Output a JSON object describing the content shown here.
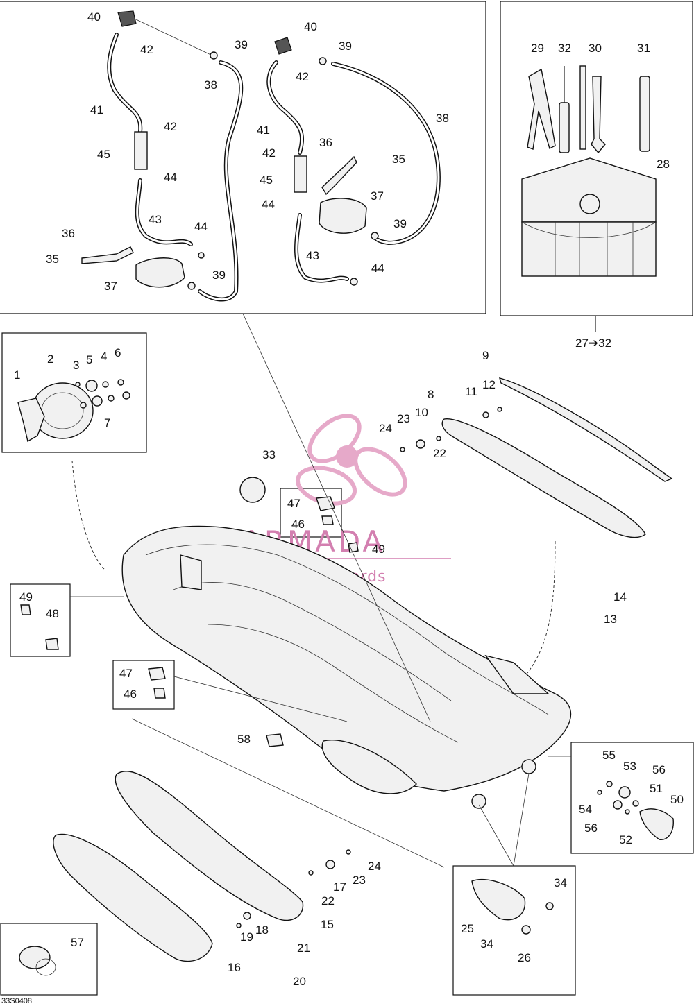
{
  "watermark": {
    "brand": "ARMADA",
    "tagline": "marine outboards",
    "colors": {
      "brand_pink": "#d37fb0",
      "logo_pink": "#e6a9c9"
    }
  },
  "diagram_code": "33S0408",
  "callouts": {
    "n1": "1",
    "n2": "2",
    "n3": "3",
    "n4": "4",
    "n5": "5",
    "n6": "6",
    "n7": "7",
    "n8": "8",
    "n9": "9",
    "n10": "10",
    "n11": "11",
    "n12": "12",
    "n13": "13",
    "n14": "14",
    "n15": "15",
    "n16": "16",
    "n17": "17",
    "n18": "18",
    "n19": "19",
    "n20": "20",
    "n21": "21",
    "n22": "22",
    "n23": "23",
    "n24": "24",
    "n25": "25",
    "n26": "26",
    "n28": "28",
    "n29": "29",
    "n30": "30",
    "n31": "31",
    "n32": "32",
    "n33": "33",
    "n34": "34",
    "n35": "35",
    "n36": "36",
    "n37": "37",
    "n38": "38",
    "n39": "39",
    "n40": "40",
    "n41": "41",
    "n42": "42",
    "n43": "43",
    "n44": "44",
    "n45": "45",
    "n46": "46",
    "n47": "47",
    "n48": "48",
    "n49": "49",
    "n50": "50",
    "n51": "51",
    "n52": "52",
    "n53": "53",
    "n54": "54",
    "n55": "55",
    "n56": "56",
    "n57": "57",
    "n58": "58",
    "kit_range": "27➔32"
  }
}
